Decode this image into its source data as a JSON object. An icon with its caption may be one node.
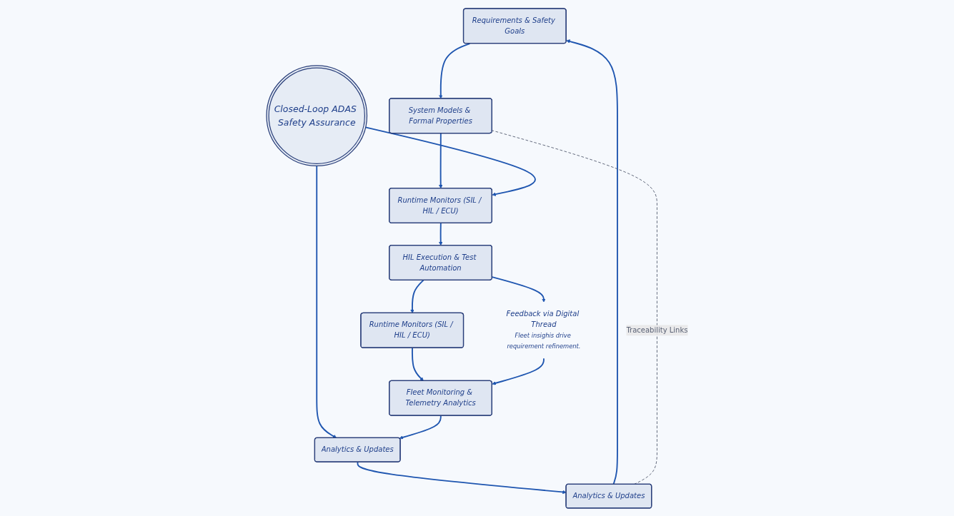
{
  "diagram": {
    "nodes": [
      {
        "text": [
          "Requirements & Safety Goals"
        ]
      },
      {
        "text": [
          "Analytics & Updates"
        ]
      },
      {
        "text": [
          "System Models & Formal Properties"
        ]
      },
      {
        "text": [
          "Analytics & Updates"
        ]
      },
      {
        "text": [
          "Closed-Loop ADAS Safety Assurance"
        ]
      },
      {
        "text": [
          "Runtime Monitors (SIL / HIL / ECU)"
        ]
      },
      {
        "text": [
          "Fleet Monitoring & Telemetry Analytics"
        ]
      },
      {
        "text": [
          "HIL Execution & Test Automation"
        ]
      },
      {
        "text": [
          "Runtime Monitors (SIL / HIL / ECU)"
        ]
      },
      {
        "text": [
          "Feedback via Digital Thread"
        ],
        "beside": [
          "Fleet insighis drive requirement refinement."
        ]
      }
    ],
    "edges": [
      {
        "from": 1,
        "to": 0,
        "arrow": "to"
      },
      {
        "from": 0,
        "to": 2,
        "arrow": "to"
      },
      {
        "from": 1,
        "to": 2,
        "arrow": "none",
        "label": "Traceability Links",
        "style": "dashed",
        "color": "#5a6275"
      },
      {
        "from": 2,
        "to": 5,
        "arrow": "to"
      },
      {
        "from": 4,
        "to": 3,
        "arrow": "to"
      },
      {
        "from": 4,
        "to": 5,
        "arrow": "to"
      },
      {
        "from": 5,
        "to": 7,
        "arrow": "to"
      },
      {
        "from": 7,
        "to": 8,
        "arrow": "to"
      },
      {
        "from": 8,
        "to": 6,
        "arrow": "to"
      },
      {
        "from": 6,
        "to": 3,
        "arrow": "to"
      },
      {
        "from": 3,
        "to": 1,
        "arrow": "to"
      },
      {
        "from": 7,
        "to": 9,
        "arrow": "to"
      },
      {
        "from": 9,
        "to": 6,
        "arrow": "to"
      }
    ]
  }
}
